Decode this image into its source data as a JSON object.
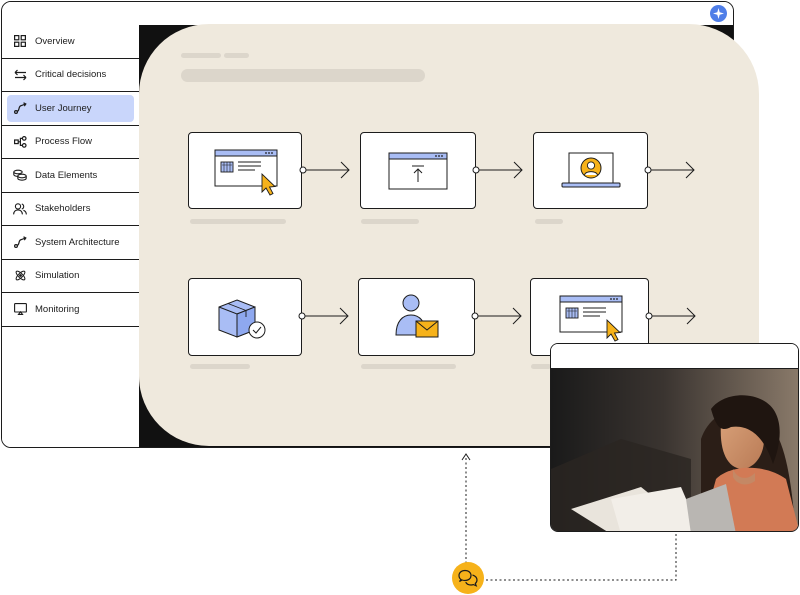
{
  "sidebar": {
    "items": [
      {
        "label": "Overview",
        "icon": "grid-icon"
      },
      {
        "label": "Critical decisions",
        "icon": "swap-arrows-icon"
      },
      {
        "label": "User Journey",
        "icon": "journey-path-icon",
        "active": true
      },
      {
        "label": "Process Flow",
        "icon": "flow-nodes-icon"
      },
      {
        "label": "Data Elements",
        "icon": "database-coins-icon"
      },
      {
        "label": "Stakeholders",
        "icon": "people-icon"
      },
      {
        "label": "System Architecture",
        "icon": "architecture-path-icon"
      },
      {
        "label": "Simulation",
        "icon": "atom-icon"
      },
      {
        "label": "Monitoring",
        "icon": "monitor-icon"
      }
    ]
  },
  "journey": {
    "steps": [
      {
        "icon": "shopping-cart-browser-icon"
      },
      {
        "icon": "upload-browser-icon"
      },
      {
        "icon": "user-laptop-icon"
      },
      {
        "icon": "package-check-icon"
      },
      {
        "icon": "user-mail-icon"
      },
      {
        "icon": "shopping-cart-browser-icon"
      }
    ]
  },
  "colors": {
    "accent_blue": "#c9d6fb",
    "icon_blue": "#a9bdf5",
    "badge_blue": "#4f7ee8",
    "cursor_orange": "#f6b21a",
    "canvas_beige": "#efe9dd",
    "placeholder": "#dcd6cb"
  }
}
